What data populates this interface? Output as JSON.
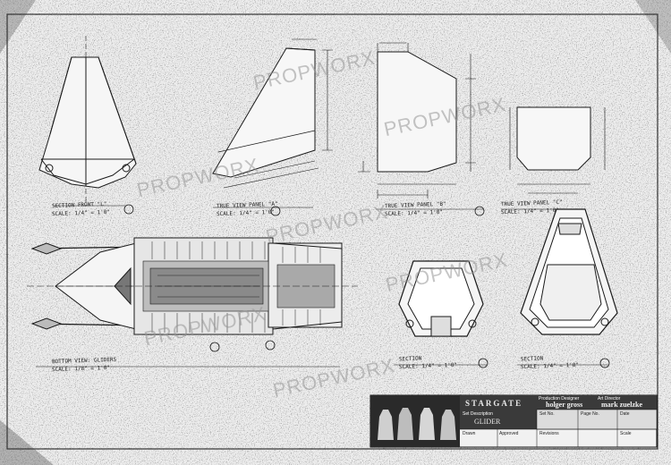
{
  "watermark": "PROPWORX",
  "views": {
    "v1": "SECTION FRONT \"L\"",
    "v1_scale": "SCALE: 1/4\" = 1'0\"",
    "v2": "TRUE VIEW PANEL \"A\"",
    "v2_scale": "SCALE: 1/4\" = 1'0\"",
    "v3": "TRUE VIEW PANEL \"B\"",
    "v3_scale": "SCALE: 1/4\" = 1'0\"",
    "v4": "TRUE VIEW PANEL \"C\"",
    "v4_scale": "SCALE: 1/4\" = 1'0\"",
    "plan": "BOTTOM VIEW: GLIDERS",
    "plan_scale": "SCALE: 1/8\" = 1'0\"",
    "sec1": "SECTION",
    "sec1_scale": "SCALE: 1/4\" = 1'0\"",
    "sec2": "SECTION",
    "sec2_scale": "SCALE: 1/4\" = 1'0\""
  },
  "title_block": {
    "logo": "STARGATE",
    "designer_label": "Production Designer",
    "designer": "holger gross",
    "art_director_label": "Art Director",
    "art_director": "mark zuelzke",
    "set_desc_label": "Set Description",
    "set_desc": "GLIDER",
    "set_no_label": "Set No.",
    "page_no_label": "Page No.",
    "date_label": "Date",
    "drawn_label": "Drawn",
    "approved_label": "Approved",
    "revisions_label": "Revisions",
    "scale_label": "Scale"
  }
}
